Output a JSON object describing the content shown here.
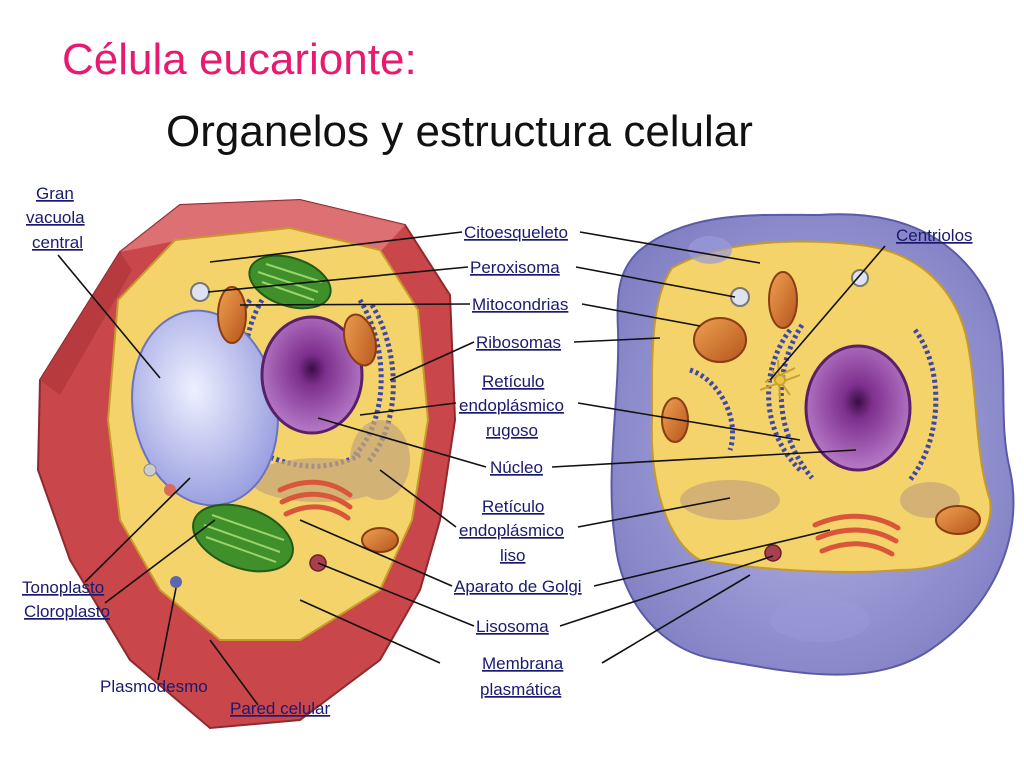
{
  "title": {
    "line1": "Célula eucarionte:",
    "line2": "Organelos y estructura celular"
  },
  "labels": {
    "gran_vacuola": [
      "Gran",
      "vacuola",
      "central"
    ],
    "citoesqueleto": "Citoesqueleto",
    "peroxisoma": "Peroxisoma",
    "mitocondrias": "Mitocondrias",
    "ribosomas": "Ribosomas",
    "reticulo_rugoso": [
      "Retículo",
      "endoplásmico",
      "rugoso"
    ],
    "nucleo": "Núcleo",
    "reticulo_liso": [
      "Retículo",
      "endoplásmico",
      "liso"
    ],
    "golgi": "Aparato de Golgi",
    "lisosoma": "Lisosoma",
    "membrana": [
      "Membrana",
      "plasmática"
    ],
    "centriolos": "Centriolos",
    "tonoplasto": "Tonoplasto",
    "cloroplasto": "Cloroplasto",
    "plasmodesmo": "Plasmodesmo",
    "pared": "Pared celular"
  },
  "colors": {
    "title_accent": "#e8196e",
    "title_main": "#111111",
    "label_text": "#1a1a70",
    "cell_wall": "#c9464a",
    "cytoplasm": "#f3d36a",
    "vacuole": "#c9cdf2",
    "nucleus": "#8a3f9c",
    "chloroplast": "#3f8f2a",
    "mitochondria": "#d9782a",
    "animal_membrane": "#8d8ccf"
  }
}
